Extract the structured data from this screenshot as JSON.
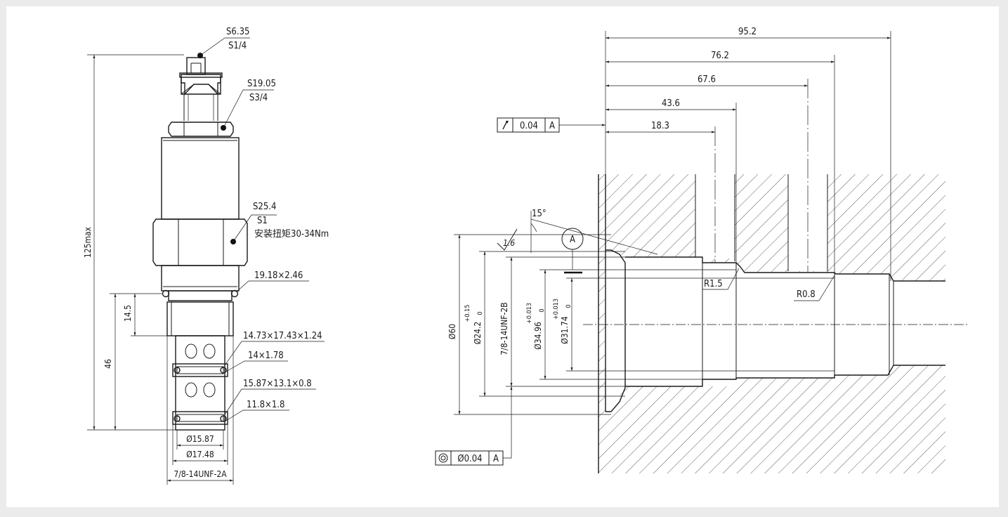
{
  "valve": {
    "hex_top": "S6.35",
    "hex_top_imperial": "S1/4",
    "nut_mid": "S19.05",
    "nut_mid_imperial": "S3/4",
    "hex_body": "S25.4",
    "hex_body_imperial": "S1",
    "torque_note": "安装扭矩30-34Nm",
    "oring_1": "19.18×2.46",
    "ring_2": "14.73×17.43×1.24",
    "oring_3": "14×1.78",
    "ring_4": "15.87×13.1×0.8",
    "oring_5": "11.8×1.8",
    "dim_overall": "125max",
    "dim_46": "46",
    "dim_14_5": "14.5",
    "dia_1": "Ø15.87",
    "dia_2": "Ø17.48",
    "thread": "7/8-14UNF-2A"
  },
  "cavity": {
    "len_95_2": "95.2",
    "len_76_2": "76.2",
    "len_67_6": "67.6",
    "len_43_6": "43.6",
    "len_18_3": "18.3",
    "angle": "15°",
    "roughness": "1.6",
    "datum": "A",
    "fcf_runout_value": "0.04",
    "fcf_runout_datum": "A",
    "fcf_conc_value": "Ø0.04",
    "fcf_conc_datum": "A",
    "radius_1": "R1.5",
    "radius_2": "R0.8",
    "dia_60": "Ø60",
    "dia_24_2": "Ø24.2",
    "dia_24_2_tol_upper": "+0.15",
    "dia_24_2_tol_lower": "0",
    "thread": "7/8-14UNF-2B",
    "dia_34_96": "Ø34.96",
    "dia_34_96_tol_upper": "+0.013",
    "dia_34_96_tol_lower": "0",
    "dia_31_74": "Ø31.74",
    "dia_31_74_tol_upper": "+0.013",
    "dia_31_74_tol_lower": "0"
  }
}
